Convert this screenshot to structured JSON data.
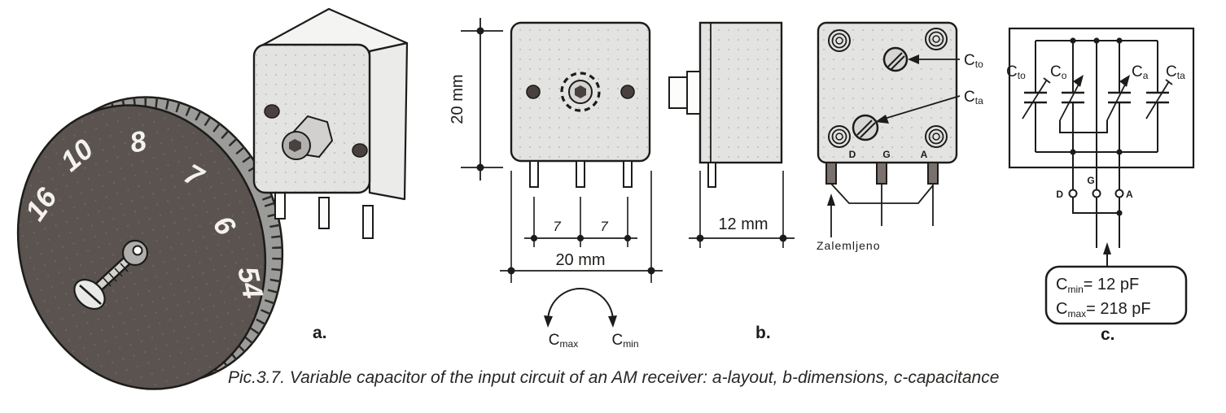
{
  "colors": {
    "background": "#ffffff",
    "line": "#1c1c1a",
    "body_fill": "#e3e3e1",
    "body_top": "#f4f4f3",
    "body_side": "#ebebe9",
    "hole": "#494140",
    "disc": "#5b534f",
    "knurl": "#9b9b99",
    "metal": "#d4d2d0",
    "pin_soldered": "#7a716d"
  },
  "dial": {
    "numbers": [
      "16",
      "10",
      "8",
      "7",
      "6",
      "54"
    ]
  },
  "views": {
    "label_a": "a.",
    "label_b": "b.",
    "label_c": "c."
  },
  "front_view": {
    "height_dim": "20 mm",
    "pitch_left": "7",
    "pitch_right": "7",
    "width_dim": "20 mm",
    "cmax_main": "C",
    "cmax_sub": "max",
    "cmin_main": "C",
    "cmin_sub": "min"
  },
  "side_view": {
    "depth_dim": "12 mm"
  },
  "back_view": {
    "trimmers": [
      {
        "main": "C",
        "sub": "to"
      },
      {
        "main": "C",
        "sub": "ta"
      }
    ],
    "terminals": [
      "D",
      "G",
      "A"
    ],
    "soldered_note": "Zalemljeno"
  },
  "schematic": {
    "capacitors": [
      {
        "main": "C",
        "sub": "to"
      },
      {
        "main": "C",
        "sub": "o"
      },
      {
        "main": "C",
        "sub": "a"
      },
      {
        "main": "C",
        "sub": "ta"
      }
    ],
    "terminals": [
      "D",
      "G",
      "A"
    ],
    "values": {
      "min_main": "C",
      "min_sub": "min",
      "min_rest": "= 12 pF",
      "max_main": "C",
      "max_sub": "max",
      "max_rest": "= 218 pF"
    }
  },
  "caption": "Pic.3.7. Variable capacitor of the input circuit of an AM receiver: a-layout, b-dimensions, c-capacitance"
}
